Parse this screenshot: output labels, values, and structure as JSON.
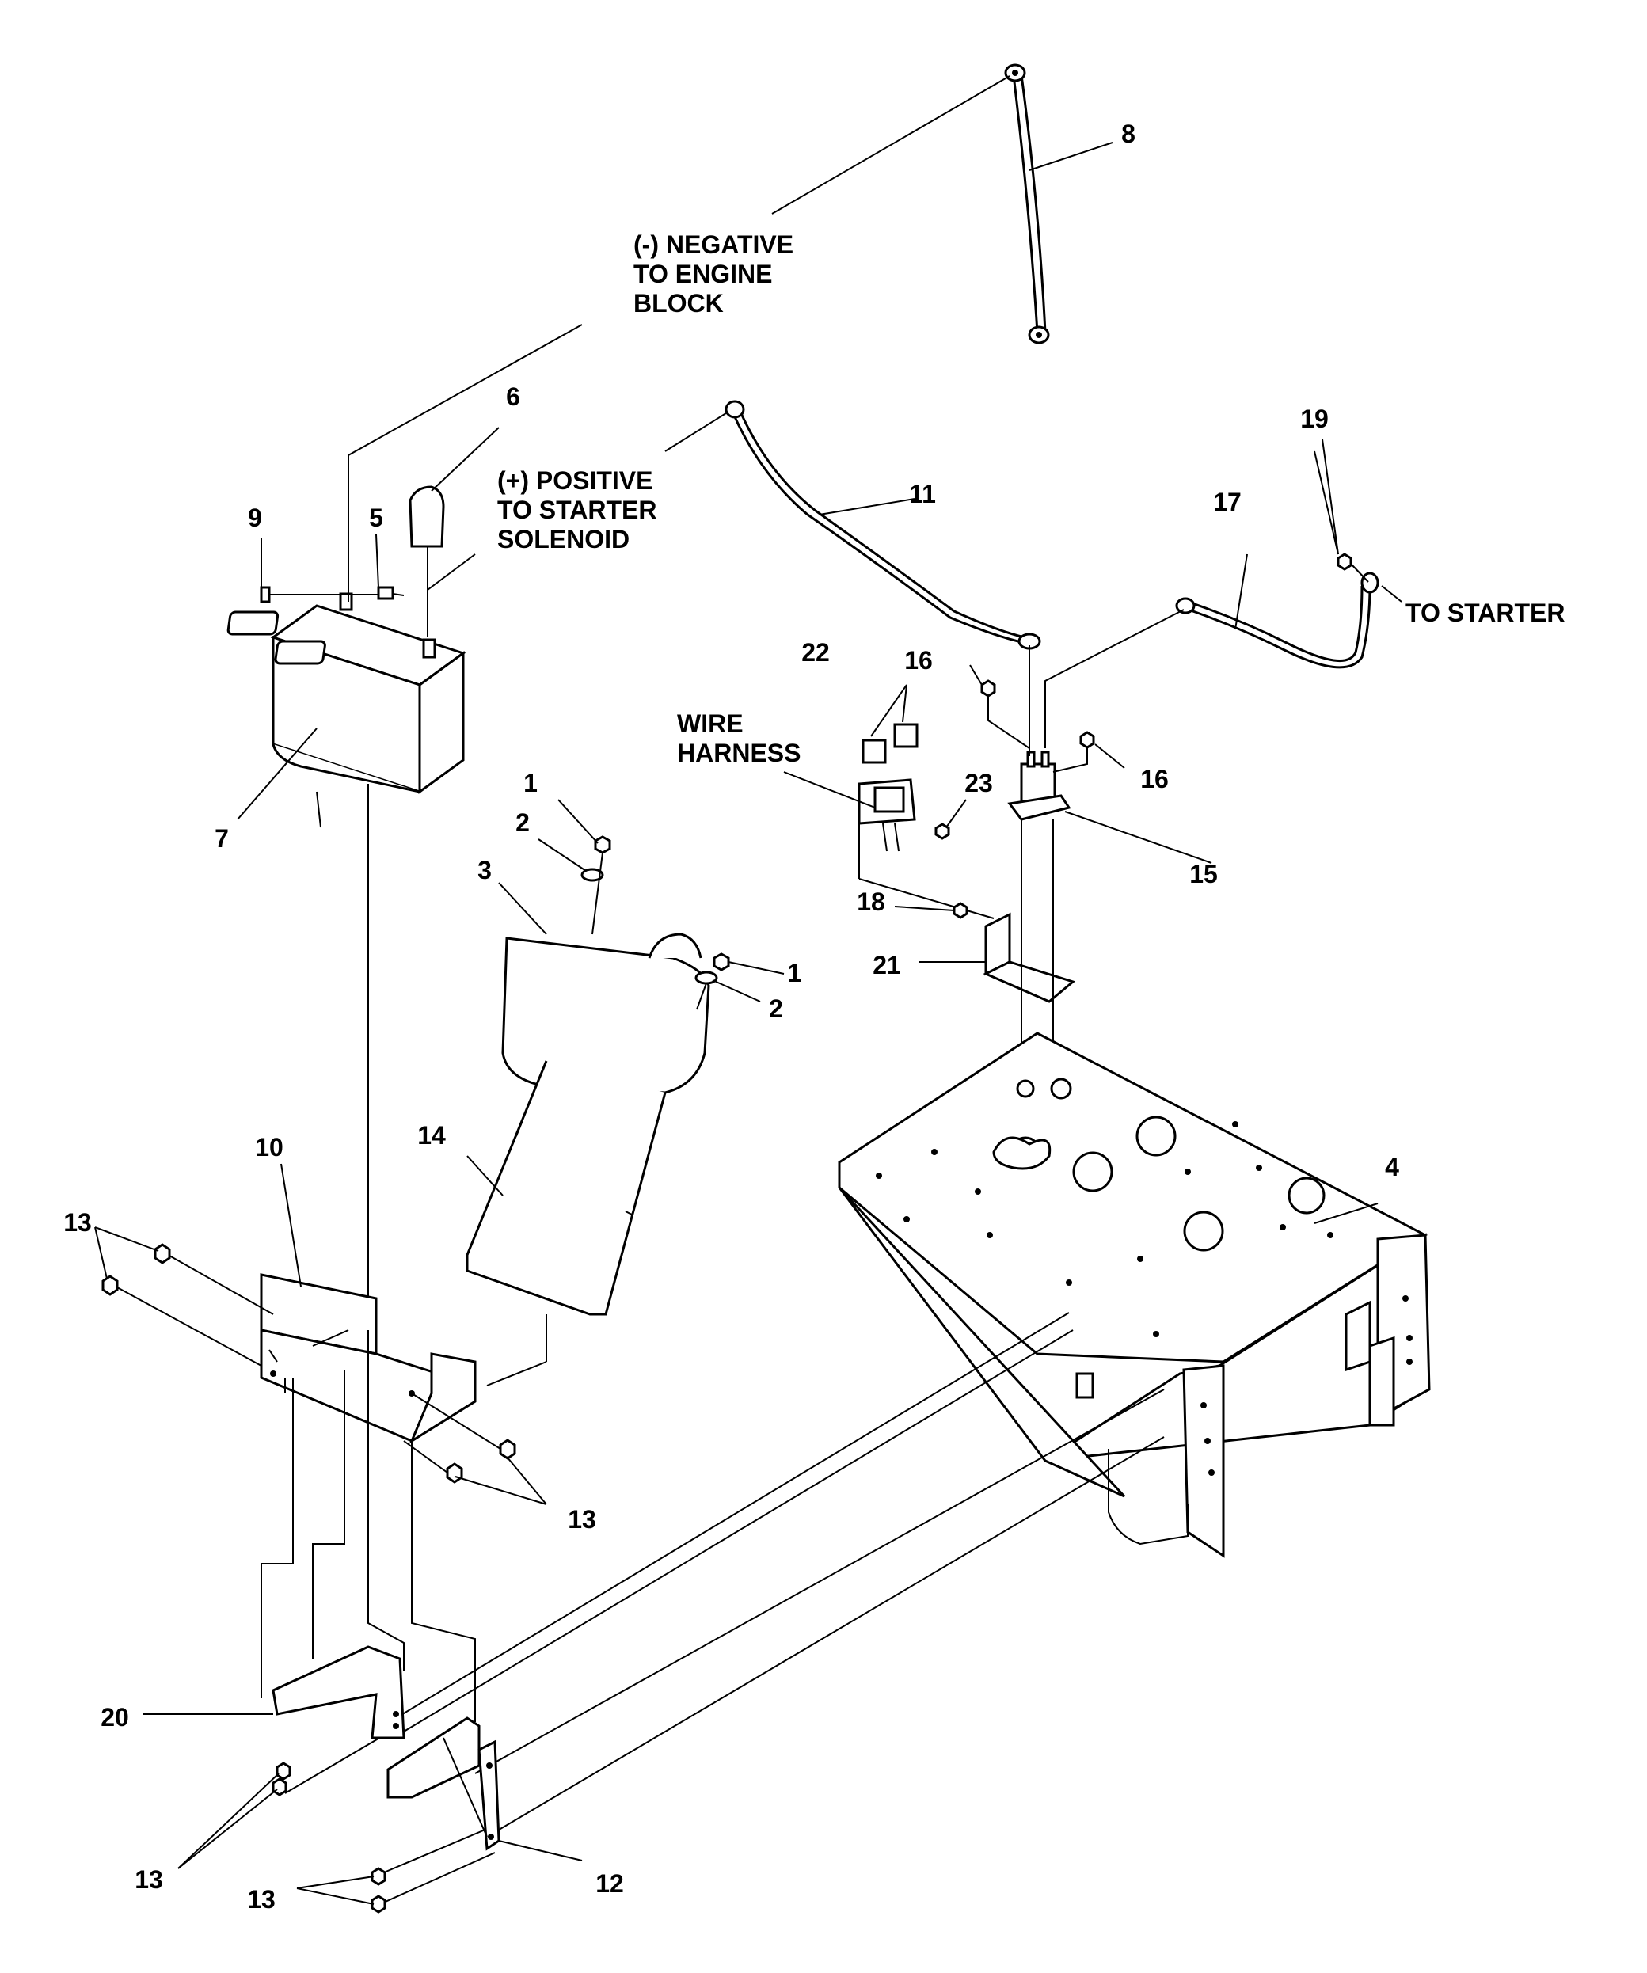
{
  "callouts": {
    "c1a": "1",
    "c1b": "1",
    "c2a": "2",
    "c2b": "2",
    "c3": "3",
    "c4": "4",
    "c5": "5",
    "c6": "6",
    "c7": "7",
    "c8": "8",
    "c9": "9",
    "c10": "10",
    "c11": "11",
    "c12": "12",
    "c13a": "13",
    "c13b": "13",
    "c13c": "13",
    "c13d": "13",
    "c14": "14",
    "c15": "15",
    "c16a": "16",
    "c16b": "16",
    "c17": "17",
    "c18": "18",
    "c19": "19",
    "c20": "20",
    "c21": "21",
    "c22": "22",
    "c23": "23"
  },
  "notes": {
    "negative_1": "(-) NEGATIVE",
    "negative_2": "TO ENGINE",
    "negative_3": "BLOCK",
    "positive_1": "(+) POSITIVE",
    "positive_2": "TO STARTER",
    "positive_3": "SOLENOID",
    "harness_1": "WIRE",
    "harness_2": "HARNESS",
    "to_starter": "TO STARTER"
  }
}
